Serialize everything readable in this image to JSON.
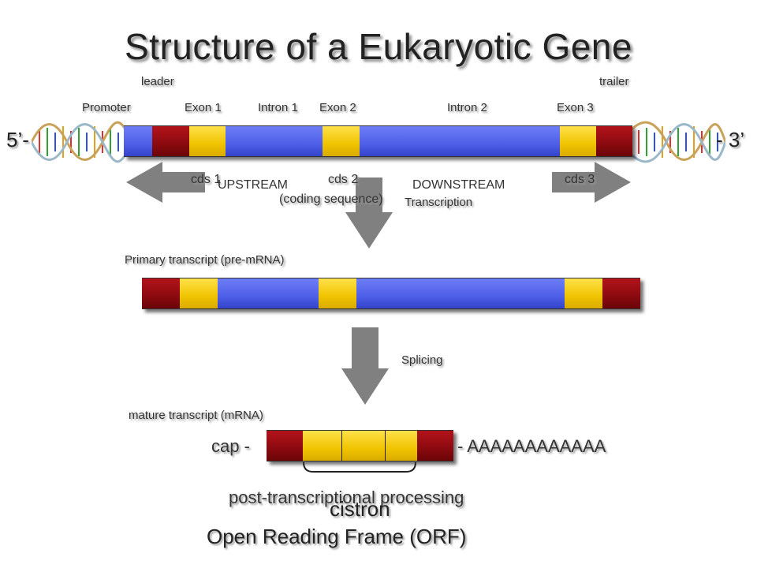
{
  "title": "Structure of a Eukaryotic Gene",
  "labels": {
    "leader": "leader",
    "trailer": "trailer",
    "promoter": "Promoter",
    "exon1": "Exon 1",
    "intron1": "Intron 1",
    "exon2": "Exon 2",
    "intron2": "Intron 2",
    "exon3": "Exon 3",
    "five_prime": "5’-",
    "three_prime": "- 3’",
    "cds1": "cds 1",
    "cds2": "cds 2",
    "cds3": "cds 3",
    "upstream": "UPSTREAM",
    "downstream": "DOWNSTREAM",
    "coding_sequence": "(coding sequence)",
    "transcription": "Transcription",
    "primary_transcript": "Primary transcript (pre-mRNA)",
    "splicing": "Splicing",
    "mature_transcript": "mature transcript (mRNA)",
    "cap": "cap -",
    "poly_a": "- AAAAAAAAAAAA",
    "post_processing": "post-transcriptional processing",
    "cistron": "cistron",
    "orf": "Open Reading Frame (ORF)"
  },
  "colors": {
    "utr": "#8a0a0f",
    "exon": "#f0c400",
    "intron": "#4e5fe8",
    "arrow": "#808080"
  }
}
